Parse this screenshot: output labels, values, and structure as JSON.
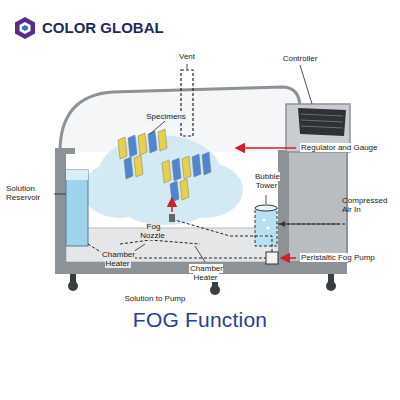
{
  "diagram": {
    "caption": "FOG Function",
    "labels": [
      "COLOR GLOBAL",
      "Vent",
      "Controller",
      "Specimens",
      "Regulator and Gauge",
      "Solution Reservoir",
      "Fog Nozzle",
      "Chamber Heater",
      "Bubble Tower",
      "Compressed Air In",
      "Chamber Heater",
      "Solution to Pump",
      "Peristaltic Fog Pump"
    ]
  }
}
